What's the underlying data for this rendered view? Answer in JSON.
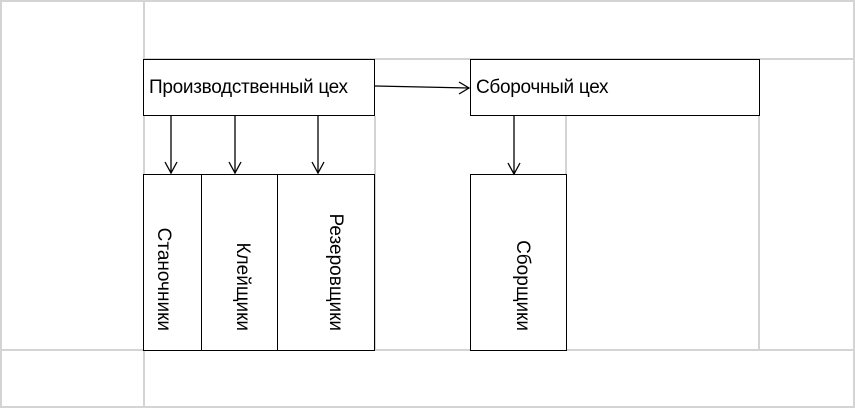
{
  "diagram": {
    "nodes": {
      "production": {
        "label": "Производственный цех"
      },
      "assembly": {
        "label": "Сборочный цех"
      },
      "subunits": [
        {
          "id": "machinists",
          "label": "Станочники",
          "parent": "production"
        },
        {
          "id": "gluers",
          "label": "Клейщики",
          "parent": "production"
        },
        {
          "id": "carvers",
          "label": "Резеровщики",
          "parent": "production"
        },
        {
          "id": "assemblers",
          "label": "Сборщики",
          "parent": "assembly"
        }
      ]
    },
    "edges": [
      {
        "from": "production",
        "to": "assembly"
      },
      {
        "from": "production",
        "to": "machinists"
      },
      {
        "from": "production",
        "to": "gluers"
      },
      {
        "from": "production",
        "to": "carvers"
      },
      {
        "from": "assembly",
        "to": "assemblers"
      }
    ],
    "colors": {
      "line": "#000000",
      "grid": "#d4d4d4",
      "background": "#ffffff"
    }
  }
}
